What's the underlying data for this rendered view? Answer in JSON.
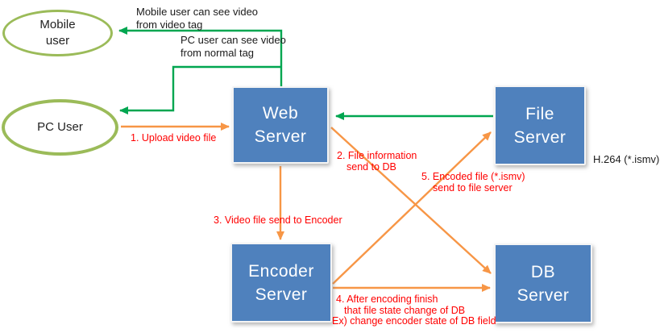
{
  "diagram": {
    "nodes": {
      "mobile_user": {
        "line1": "Mobile",
        "line2": "user"
      },
      "pc_user": {
        "line1": "PC User"
      },
      "web_server": {
        "line1": "Web",
        "line2": "Server"
      },
      "file_server": {
        "line1": "File",
        "line2": "Server"
      },
      "encoder_server": {
        "line1": "Encoder",
        "line2": "Server"
      },
      "db_server": {
        "line1": "DB",
        "line2": "Server"
      }
    },
    "annotations": {
      "mobile_note_line1": "Mobile user can see video",
      "mobile_note_line2": "from video tag",
      "pc_note_line1": "PC user can see video",
      "pc_note_line2": "from normal tag",
      "h264_note": "H.264 (*.ismv)"
    },
    "flow_labels": {
      "step1": "1. Upload video file",
      "step2_line1": "2. File information",
      "step2_line2": "send to DB",
      "step3": "3. Video file send to Encoder",
      "step4_line1": "4. After encoding finish",
      "step4_line2": "that file state change of DB",
      "step4_line3": "Ex) change encoder state of DB field",
      "step5_line1": "5. Encoded file (*.ismv)",
      "step5_line2": "send to file server"
    },
    "colors": {
      "node_fill": "#4F81BD",
      "ellipse_stroke": "#9BBB59",
      "arrow_green": "#00A650",
      "arrow_orange": "#F79646",
      "label_red": "#FF0000"
    }
  }
}
